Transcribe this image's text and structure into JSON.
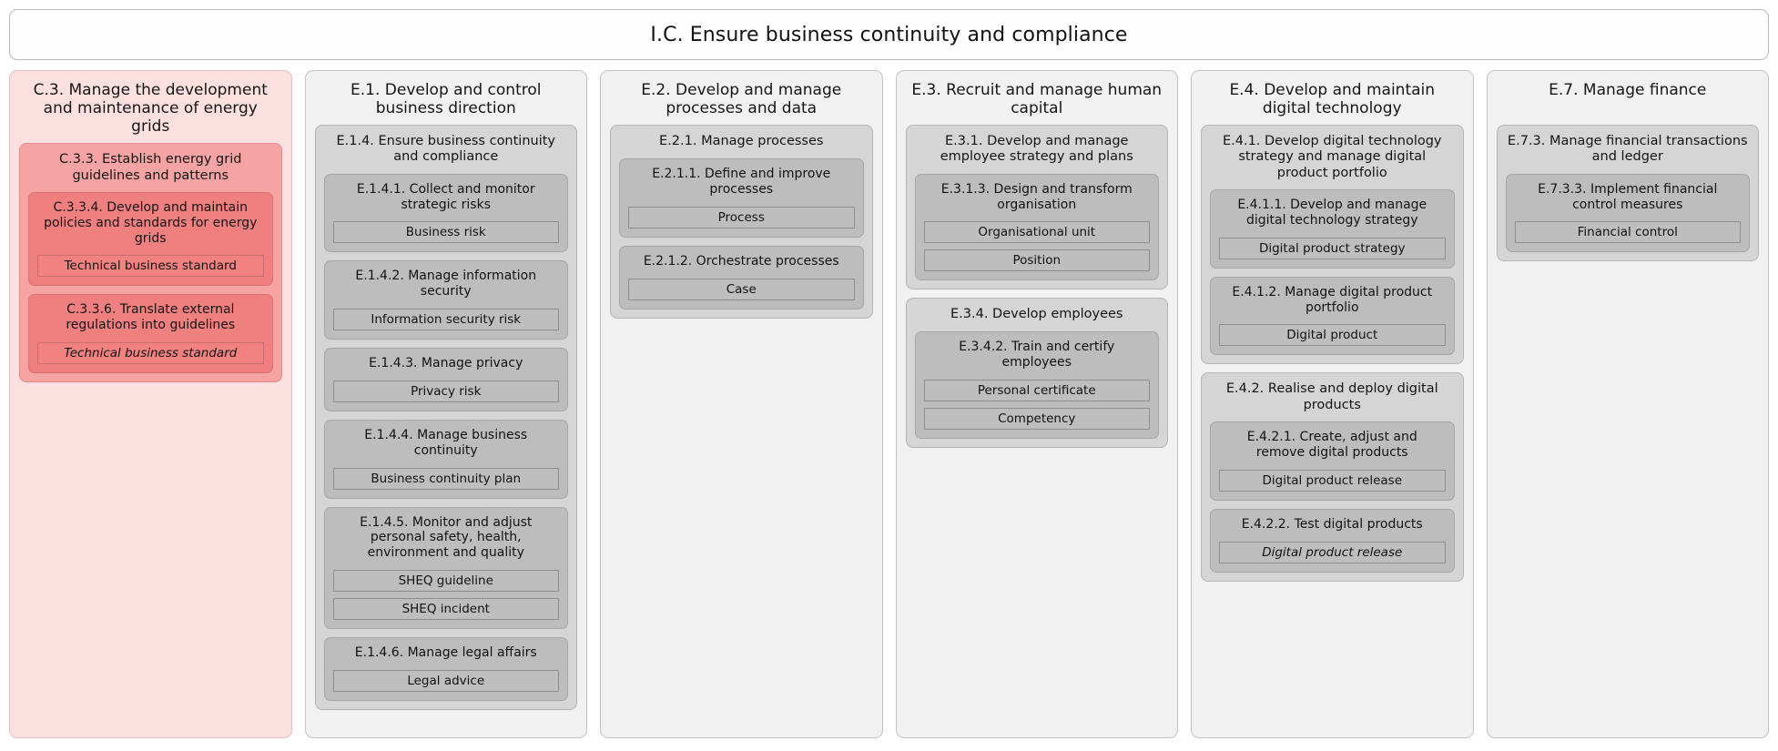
{
  "banner": {
    "title": "I.C. Ensure business continuity and compliance"
  },
  "columns": [
    {
      "name": "column-c3",
      "title": "C.3. Manage the development and maintenance of energy grids",
      "accent": "#f5a3a3",
      "theme": "pink",
      "groups": [
        {
          "title": "C.3.3. Establish energy grid guidelines and patterns",
          "subgroups": [
            {
              "title": "C.3.3.4. Develop and maintain policies and standards for energy grids",
              "leaves": [
                {
                  "label": "Technical business standard",
                  "style": "normal"
                }
              ]
            },
            {
              "title": "C.3.3.6. Translate external regulations into guidelines",
              "leaves": [
                {
                  "label": "Technical business standard",
                  "style": "italic"
                }
              ]
            }
          ]
        }
      ]
    },
    {
      "name": "column-e1",
      "title": "E.1. Develop and control business direction",
      "accent": "#d5d5d5",
      "theme": "gray",
      "groups": [
        {
          "title": "E.1.4. Ensure business continuity and compliance",
          "subgroups": [
            {
              "title": "E.1.4.1. Collect and monitor strategic risks",
              "leaves": [
                {
                  "label": "Business risk",
                  "style": "normal"
                }
              ]
            },
            {
              "title": "E.1.4.2. Manage information security",
              "leaves": [
                {
                  "label": "Information security risk",
                  "style": "normal"
                }
              ]
            },
            {
              "title": "E.1.4.3. Manage privacy",
              "leaves": [
                {
                  "label": "Privacy risk",
                  "style": "normal"
                }
              ]
            },
            {
              "title": "E.1.4.4. Manage business continuity",
              "leaves": [
                {
                  "label": "Business continuity plan",
                  "style": "normal"
                }
              ]
            },
            {
              "title": "E.1.4.5. Monitor and adjust personal safety, health, environment and quality",
              "leaves": [
                {
                  "label": "SHEQ guideline",
                  "style": "normal"
                },
                {
                  "label": "SHEQ incident",
                  "style": "normal"
                }
              ]
            },
            {
              "title": "E.1.4.6. Manage legal affairs",
              "leaves": [
                {
                  "label": "Legal advice",
                  "style": "normal"
                }
              ]
            }
          ]
        }
      ]
    },
    {
      "name": "column-e2",
      "title": "E.2. Develop and manage processes and data",
      "accent": "#d5d5d5",
      "theme": "gray",
      "groups": [
        {
          "title": "E.2.1. Manage processes",
          "subgroups": [
            {
              "title": "E.2.1.1. Define and improve processes",
              "leaves": [
                {
                  "label": "Process",
                  "style": "normal"
                }
              ]
            },
            {
              "title": "E.2.1.2. Orchestrate processes",
              "leaves": [
                {
                  "label": "Case",
                  "style": "normal"
                }
              ]
            }
          ]
        }
      ]
    },
    {
      "name": "column-e3",
      "title": "E.3. Recruit and manage human capital",
      "accent": "#d5d5d5",
      "theme": "gray",
      "groups": [
        {
          "title": "E.3.1. Develop and manage employee strategy and plans",
          "subgroups": [
            {
              "title": "E.3.1.3. Design and transform organisation",
              "leaves": [
                {
                  "label": "Organisational unit",
                  "style": "normal"
                },
                {
                  "label": "Position",
                  "style": "normal"
                }
              ]
            }
          ]
        },
        {
          "title": "E.3.4. Develop employees",
          "subgroups": [
            {
              "title": "E.3.4.2. Train and certify employees",
              "leaves": [
                {
                  "label": "Personal certificate",
                  "style": "normal"
                },
                {
                  "label": "Competency",
                  "style": "normal"
                }
              ]
            }
          ]
        }
      ]
    },
    {
      "name": "column-e4",
      "title": "E.4. Develop and maintain digital technology",
      "accent": "#d5d5d5",
      "theme": "gray",
      "groups": [
        {
          "title": "E.4.1. Develop digital technology strategy and manage digital product portfolio",
          "subgroups": [
            {
              "title": "E.4.1.1. Develop and manage digital technology strategy",
              "leaves": [
                {
                  "label": "Digital product strategy",
                  "style": "normal"
                }
              ]
            },
            {
              "title": "E.4.1.2. Manage digital product portfolio",
              "leaves": [
                {
                  "label": "Digital product",
                  "style": "normal"
                }
              ]
            }
          ]
        },
        {
          "title": "E.4.2. Realise and deploy digital products",
          "subgroups": [
            {
              "title": "E.4.2.1. Create, adjust and remove digital products",
              "leaves": [
                {
                  "label": "Digital product release",
                  "style": "normal"
                }
              ]
            },
            {
              "title": "E.4.2.2. Test digital products",
              "leaves": [
                {
                  "label": "Digital product release",
                  "style": "italic"
                }
              ]
            }
          ]
        }
      ]
    },
    {
      "name": "column-e7",
      "title": "E.7. Manage finance",
      "accent": "#d5d5d5",
      "theme": "gray",
      "groups": [
        {
          "title": "E.7.3. Manage financial transactions and ledger",
          "subgroups": [
            {
              "title": "E.7.3.3. Implement financial control measures",
              "leaves": [
                {
                  "label": "Financial control",
                  "style": "normal"
                }
              ]
            }
          ]
        }
      ]
    }
  ]
}
